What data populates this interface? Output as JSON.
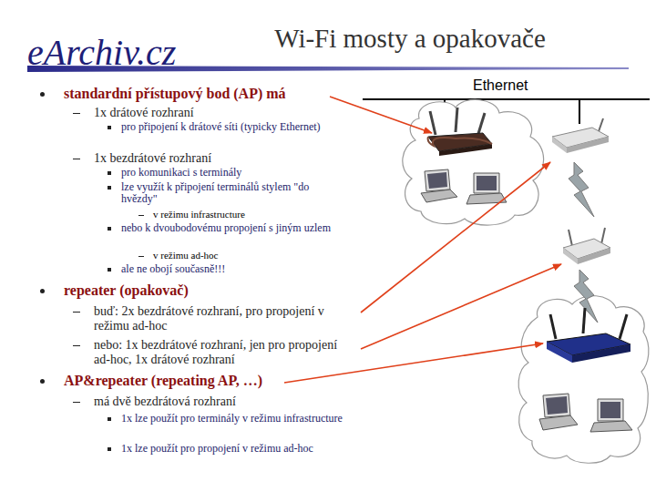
{
  "diagram": {
    "title": "Wi-Fi mosty a opakovače",
    "labels": [
      "eArchiv.cz",
      "Ethernet",
      "standardní přístupový bod (AP) má",
      "1x drátové rozhraní",
      "pro připojení k drátové síti (typicky Ethernet)",
      "1x bezdrátové rozhraní",
      "pro komunikaci s terminály",
      "lze využít k připojení terminálů stylem \"do hvězdy\"",
      "v režimu infrastructure",
      "nebo k dvoubodovému propojení s jiným uzlem",
      "v režimu ad-hoc",
      "ale ne obojí současně!!!",
      "repeater (opakovač)",
      "buď: 2x bezdrátové rozhraní, pro propojení v režimu ad-hoc",
      "nebo: 1x bezdrátové rozhraní, jen pro propojení ad-hoc, 1x drátové rozhraní",
      "AP&repeater (repeating AP, …)",
      "má dvě bezdrátová rozhraní",
      "1x lze použít pro terminály v režimu infrastructure",
      "1x lze použít pro propojení v režimu ad-hoc"
    ]
  }
}
